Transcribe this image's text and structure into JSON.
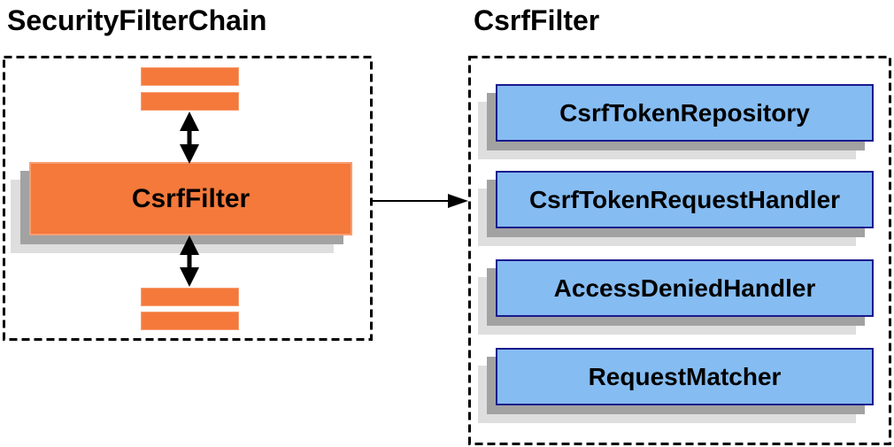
{
  "diagram": {
    "left_panel": {
      "title": "SecurityFilterChain",
      "filter_box_label": "CsrfFilter",
      "placeholder_bars_above": 2,
      "placeholder_bars_below": 2
    },
    "right_panel": {
      "title": "CsrfFilter",
      "components": [
        "CsrfTokenRepository",
        "CsrfTokenRequestHandler",
        "AccessDeniedHandler",
        "RequestMatcher"
      ]
    },
    "colors": {
      "filter_fill": "#F4793B",
      "filter_border": "#F89E72",
      "component_fill": "#85BCF2",
      "component_border": "#1A1A8C",
      "shadow_dark": "#A2A2A2",
      "shadow_light": "#DEDEDE",
      "boundary_stroke": "#000000",
      "arrow": "#000000",
      "text": "#000000"
    }
  }
}
